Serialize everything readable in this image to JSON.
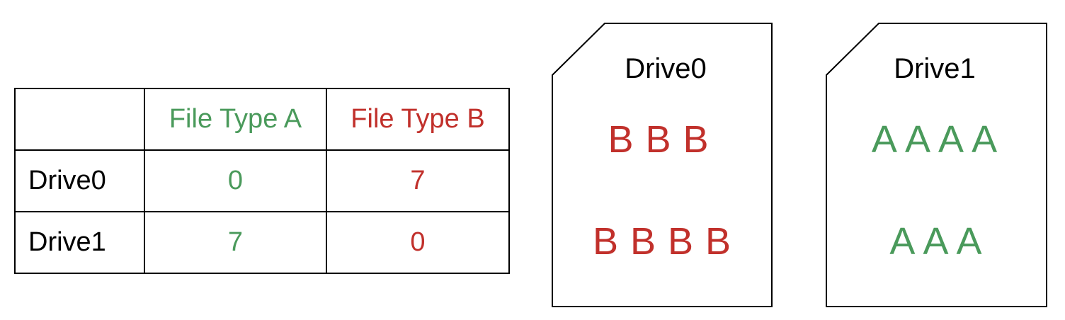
{
  "table": {
    "headers": [
      "",
      "File Type A",
      "File Type B"
    ],
    "rows": [
      {
        "label": "Drive0",
        "a": "0",
        "b": "7"
      },
      {
        "label": "Drive1",
        "a": "7",
        "b": "0"
      }
    ]
  },
  "drives": [
    {
      "title": "Drive0",
      "rows": [
        "B B B",
        "B B B B"
      ]
    },
    {
      "title": "Drive1",
      "rows": [
        "A A A A",
        "A A A"
      ]
    }
  ],
  "colors": {
    "type_a": "#4a9a5b",
    "type_b": "#c1302b",
    "stroke": "#000000"
  }
}
